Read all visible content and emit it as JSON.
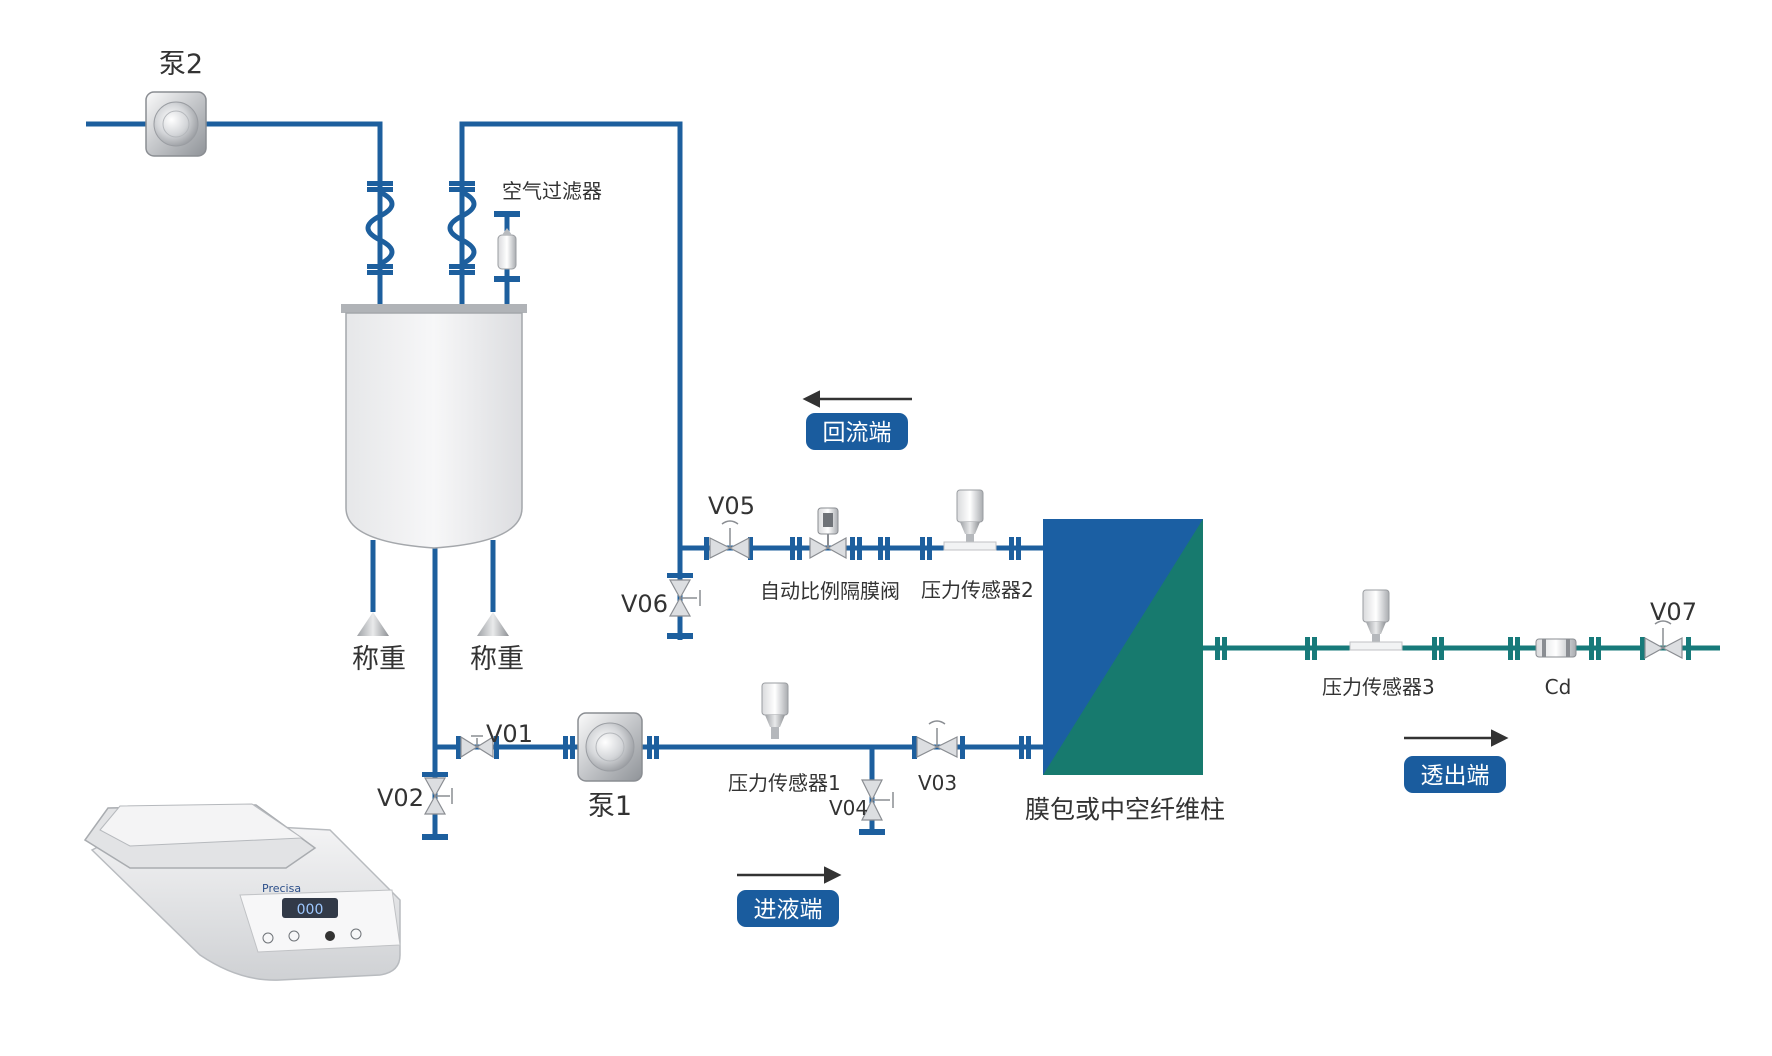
{
  "colors": {
    "pipe_blue": "#1d5f9e",
    "pipe_green": "#177a7a",
    "badge_blue": "#1a5c9e",
    "membrane_blue": "#1b5fa3",
    "membrane_green": "#177a6e"
  },
  "labels": {
    "pump2": "泵2",
    "pump1": "泵1",
    "air_filter": "空气过滤器",
    "weigh_left": "称重",
    "weigh_right": "称重",
    "v01": "V01",
    "v02": "V02",
    "v03": "V03",
    "v04": "V04",
    "v05": "V05",
    "v06": "V06",
    "v07": "V07",
    "diaphragm_valve": "自动比例隔膜阀",
    "pressure1": "压力传感器1",
    "pressure2": "压力传感器2",
    "pressure3": "压力传感器3",
    "cd": "Cd",
    "membrane": "膜包或中空纤维柱",
    "balance_brand": "Precisa",
    "balance_display": "000"
  },
  "badges": {
    "return_end": "回流端",
    "feed_end": "进液端",
    "permeate_end": "透出端"
  },
  "icons": [
    "pump-icon",
    "flange-icon",
    "bellows-icon",
    "filter-icon",
    "ball-valve-icon",
    "diaphragm-valve-icon",
    "pressure-sensor-icon",
    "conductivity-cell-icon",
    "weight-cone-icon",
    "arrow-icon",
    "balance-icon"
  ]
}
